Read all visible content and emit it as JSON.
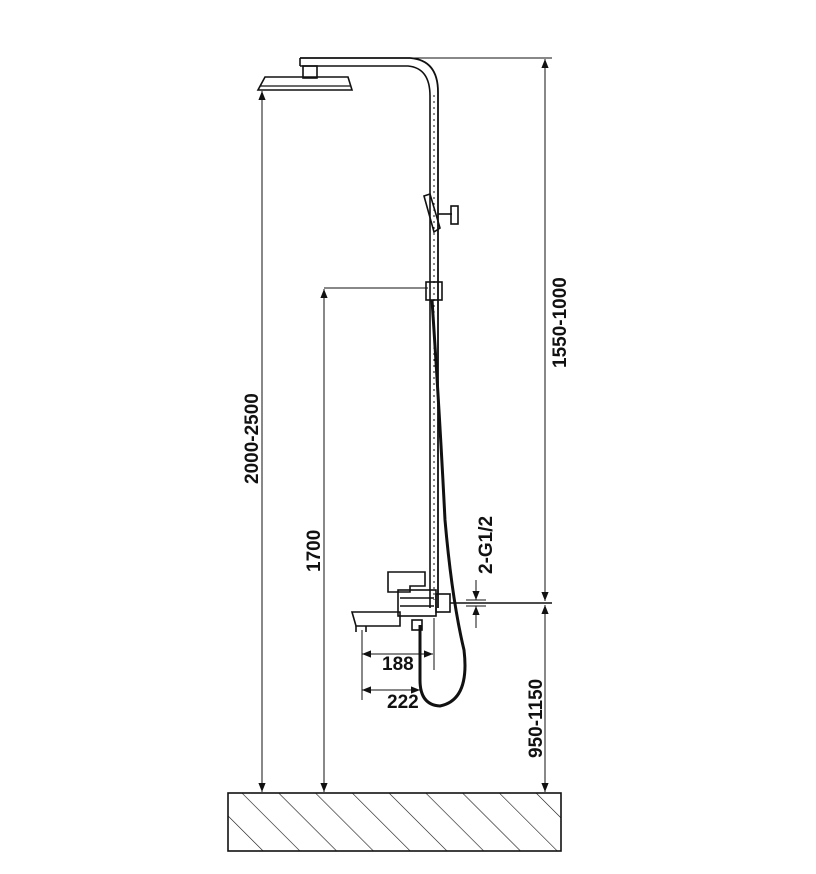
{
  "drawing": {
    "subject": "shower-column-installation-dimensions",
    "line_color": "#111111",
    "background": "#ffffff"
  },
  "dimensions": {
    "total_height": "2000-2500",
    "shower_arm_height": "1700",
    "column_span": "1550-1000",
    "mixer_height": "950-1150",
    "inlet": "2-G1/2",
    "spout_188": "188",
    "spout_222": "222"
  },
  "icons": [
    "floor-hatch",
    "shower-head",
    "slide-bar",
    "hand-shower",
    "hose",
    "mixer",
    "spout"
  ]
}
